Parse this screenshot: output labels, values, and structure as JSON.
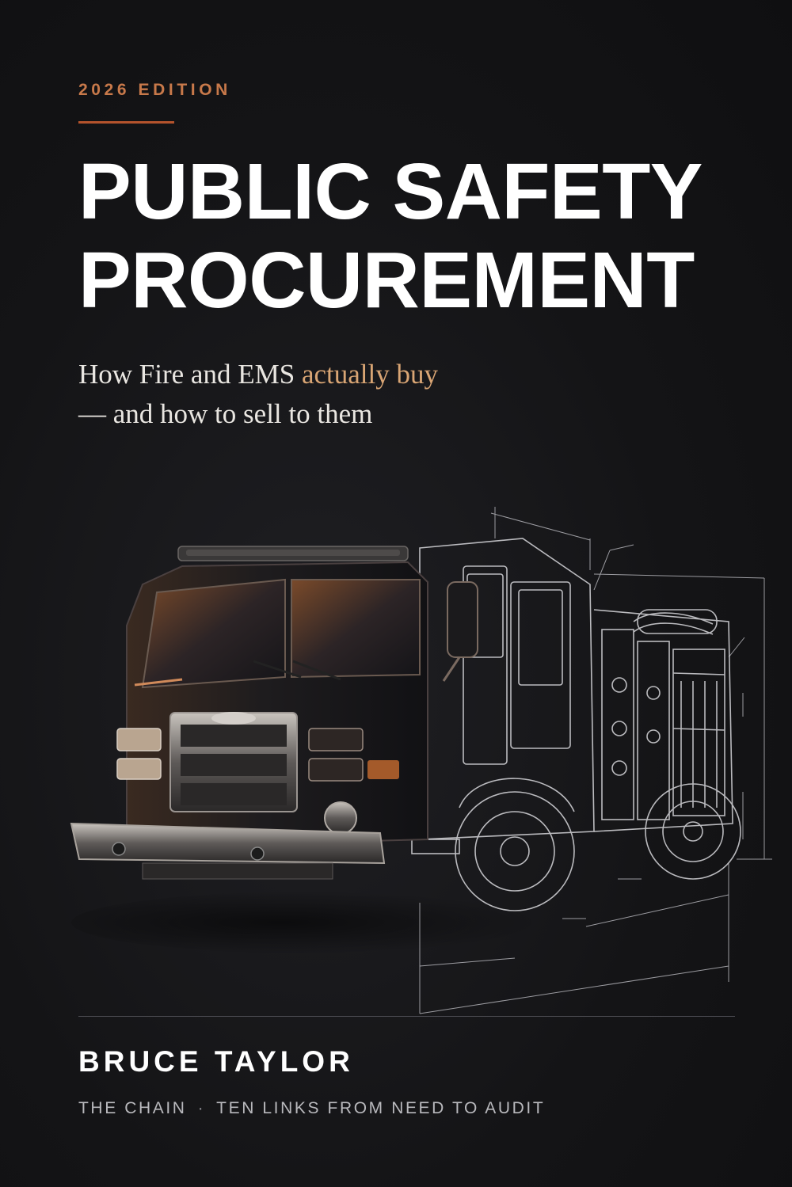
{
  "cover": {
    "edition": "2026 EDITION",
    "title_line1": "PUBLIC SAFETY",
    "title_line2": "PROCUREMENT",
    "subtitle_part1": "How Fire and EMS ",
    "subtitle_accent": "actually buy",
    "subtitle_line2": "— and how to sell to them",
    "author": "BRUCE TAYLOR",
    "series_name": "THE CHAIN",
    "series_separator": "·",
    "series_tagline": "TEN LINKS FROM NEED TO AUDIT"
  },
  "colors": {
    "background": "#141416",
    "accent_orange": "#c8794a",
    "accent_rule": "#b4532c",
    "subtitle_accent": "#d9a574",
    "title": "#ffffff"
  },
  "icons": {
    "illustration": "fire-truck-blueprint"
  }
}
